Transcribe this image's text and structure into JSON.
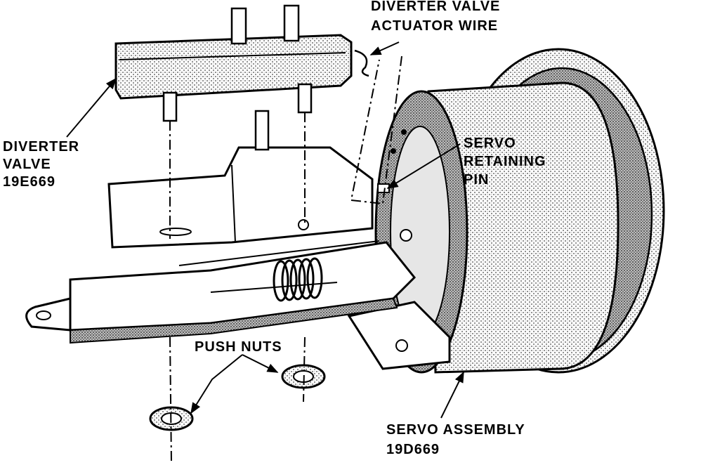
{
  "labels": {
    "diverter_valve_actuator_wire": [
      "DIVERTER VALVE",
      "ACTUATOR WIRE"
    ],
    "diverter_valve": [
      "DIVERTER",
      "VALVE",
      "19E669"
    ],
    "servo_retaining_pin": [
      "SERVO",
      "RETAINING",
      "PIN"
    ],
    "push_nuts": [
      "PUSH NUTS"
    ],
    "servo_assembly": [
      "SERVO ASSEMBLY",
      "19D669"
    ]
  },
  "colors": {
    "ink": "#000000",
    "paper": "#ffffff",
    "shade": "#8a8a8a",
    "light_shade": "#cfcfcf"
  }
}
